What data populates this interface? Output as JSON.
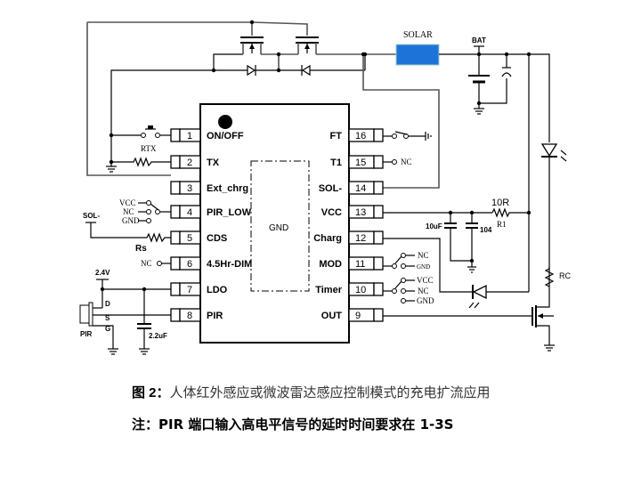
{
  "ic": {
    "name": "GND",
    "pins_left": [
      {
        "num": "1",
        "label": "ON/OFF"
      },
      {
        "num": "2",
        "label": "TX"
      },
      {
        "num": "3",
        "label": "Ext_chrg"
      },
      {
        "num": "4",
        "label": "PIR_LOW"
      },
      {
        "num": "5",
        "label": "CDS"
      },
      {
        "num": "6",
        "label": "4.5Hr-DIM"
      },
      {
        "num": "7",
        "label": "LDO"
      },
      {
        "num": "8",
        "label": "PIR"
      }
    ],
    "pins_right": [
      {
        "num": "16",
        "label": "FT"
      },
      {
        "num": "15",
        "label": "T1"
      },
      {
        "num": "14",
        "label": "SOL-"
      },
      {
        "num": "13",
        "label": "VCC"
      },
      {
        "num": "12",
        "label": "Charg"
      },
      {
        "num": "11",
        "label": "MOD"
      },
      {
        "num": "10",
        "label": "Timer"
      },
      {
        "num": "9",
        "label": "OUT"
      }
    ]
  },
  "components": {
    "solar": "SOLAR",
    "bat": "BAT",
    "rtx": "RTX",
    "rs": "Rs",
    "sol_minus": "SOL-",
    "v24": "2.4V",
    "cap_22": "2.2uF",
    "pir": "PIR",
    "pir_d": "D",
    "pir_s": "S",
    "pir_g": "G",
    "r1_val": "10R",
    "r1": "R1",
    "cap_10": "10uF",
    "cap_104": "104",
    "rc": "RC",
    "nc": "NC",
    "vcc": "VCC",
    "gnd": "GND"
  },
  "caption": {
    "fig_label": "图 2：",
    "fig_text": "人体红外感应或微波雷达感应控制模式的充电扩流应用",
    "note": "注：PIR 端口输入高电平信号的延时时间要求在 1-3S"
  },
  "colors": {
    "solar_panel": "#1e73d8"
  }
}
